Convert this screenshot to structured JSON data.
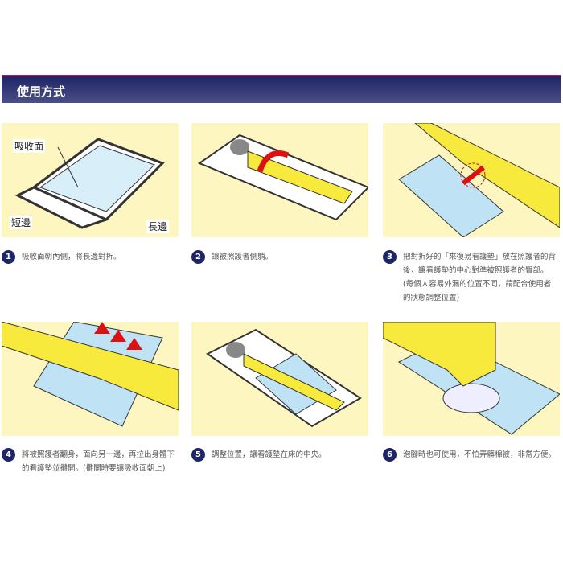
{
  "header": {
    "title": "使用方式"
  },
  "panel1_labels": {
    "absorb": "吸收面",
    "short": "短邊",
    "long": "長邊"
  },
  "steps": [
    {
      "num": "1",
      "text": "吸收面朝內側，將長邊對折。"
    },
    {
      "num": "2",
      "text": "讓被照護者側躺。"
    },
    {
      "num": "3",
      "text": "把對折好的「來復易看護墊」放在照護者的背後，讓看護墊的中心對準被照護者的臀部。(每個人容易外漏的位置不同，請配合使用者的狀態調整位置)"
    },
    {
      "num": "4",
      "text": "將被照護者翻身，面向另一邊，再拉出身體下的看護墊並攤開。(攤開時要讓吸收面朝上)"
    },
    {
      "num": "5",
      "text": "調整位置，讓看護墊在床的中央。"
    },
    {
      "num": "6",
      "text": "泡腳時也可使用，不怕弄髒棉被，非常方便。"
    }
  ],
  "colors": {
    "header": "#1e2566",
    "accent": "#a0207a",
    "panel": "#fdf6c0",
    "pad": "#bfe3f5",
    "figure": "#f7ea3c"
  }
}
